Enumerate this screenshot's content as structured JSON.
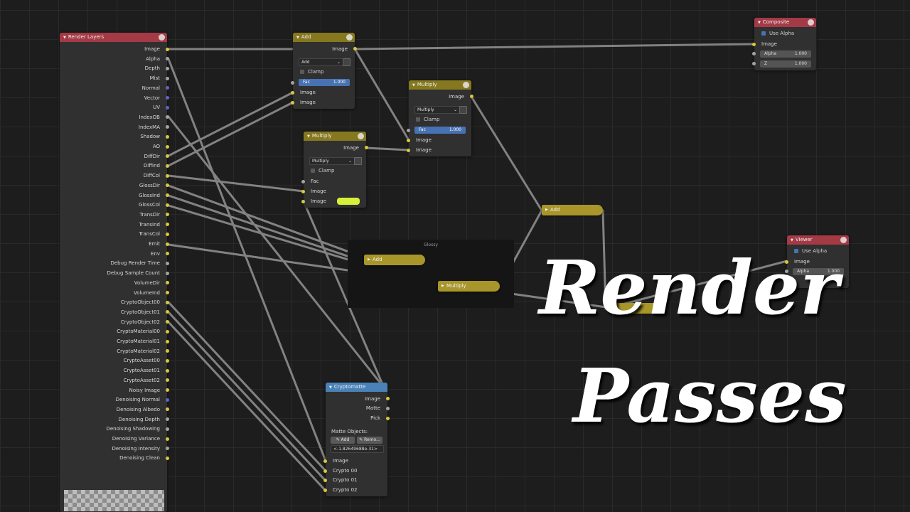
{
  "title": {
    "line1": "Render",
    "line2": "Passes"
  },
  "colors": {
    "socket_color": "#d9c83b",
    "socket_float": "#a3a3a3",
    "socket_vector": "#6363c7",
    "header_output": "#a33a46",
    "header_color": "#85781f",
    "header_matte": "#4a82b8",
    "wire": "#8d8d8d"
  },
  "frame": {
    "label": "Glossy"
  },
  "render_layers": {
    "title": "Render Layers",
    "outputs": [
      {
        "label": "Image",
        "type": "yellow"
      },
      {
        "label": "Alpha",
        "type": "gray"
      },
      {
        "label": "Depth",
        "type": "gray"
      },
      {
        "label": "Mist",
        "type": "gray"
      },
      {
        "label": "Normal",
        "type": "blue"
      },
      {
        "label": "Vector",
        "type": "blue"
      },
      {
        "label": "UV",
        "type": "blue"
      },
      {
        "label": "IndexOB",
        "type": "gray"
      },
      {
        "label": "IndexMA",
        "type": "gray"
      },
      {
        "label": "Shadow",
        "type": "yellow"
      },
      {
        "label": "AO",
        "type": "yellow"
      },
      {
        "label": "DiffDir",
        "type": "yellow"
      },
      {
        "label": "DiffInd",
        "type": "yellow"
      },
      {
        "label": "DiffCol",
        "type": "yellow"
      },
      {
        "label": "GlossDir",
        "type": "yellow"
      },
      {
        "label": "GlossInd",
        "type": "yellow"
      },
      {
        "label": "GlossCol",
        "type": "yellow"
      },
      {
        "label": "TransDir",
        "type": "yellow"
      },
      {
        "label": "TransInd",
        "type": "yellow"
      },
      {
        "label": "TransCol",
        "type": "yellow"
      },
      {
        "label": "Emit",
        "type": "yellow"
      },
      {
        "label": "Env",
        "type": "yellow"
      },
      {
        "label": "Debug Render Time",
        "type": "gray"
      },
      {
        "label": "Debug Sample Count",
        "type": "gray"
      },
      {
        "label": "VolumeDir",
        "type": "yellow"
      },
      {
        "label": "VolumeInd",
        "type": "yellow"
      },
      {
        "label": "CryptoObject00",
        "type": "yellow"
      },
      {
        "label": "CryptoObject01",
        "type": "yellow"
      },
      {
        "label": "CryptoObject02",
        "type": "yellow"
      },
      {
        "label": "CryptoMaterial00",
        "type": "yellow"
      },
      {
        "label": "CryptoMaterial01",
        "type": "yellow"
      },
      {
        "label": "CryptoMaterial02",
        "type": "yellow"
      },
      {
        "label": "CryptoAsset00",
        "type": "yellow"
      },
      {
        "label": "CryptoAsset01",
        "type": "yellow"
      },
      {
        "label": "CryptoAsset02",
        "type": "yellow"
      },
      {
        "label": "Noisy Image",
        "type": "yellow"
      },
      {
        "label": "Denoising Normal",
        "type": "blue"
      },
      {
        "label": "Denoising Albedo",
        "type": "yellow"
      },
      {
        "label": "Denoising Depth",
        "type": "gray"
      },
      {
        "label": "Denoising Shadowing",
        "type": "gray"
      },
      {
        "label": "Denoising Variance",
        "type": "yellow"
      },
      {
        "label": "Denoising Intensity",
        "type": "gray"
      },
      {
        "label": "Denoising Clean",
        "type": "yellow"
      }
    ]
  },
  "add_node": {
    "title": "Add",
    "output": "Image",
    "mode": "Add",
    "clamp": "Clamp",
    "fac_label": "Fac",
    "fac_value": "1.000",
    "input1": "Image",
    "input2": "Image"
  },
  "multiply_top": {
    "title": "Multiply",
    "output": "Image",
    "mode": "Multiply",
    "clamp": "Clamp",
    "fac_label": "Fac",
    "fac_value": "1.000",
    "input1": "Image",
    "input2": "Image"
  },
  "multiply_mid": {
    "title": "Multiply",
    "output": "Image",
    "mode": "Multiply",
    "clamp": "Clamp",
    "fac_label": "Fac",
    "input1": "Image",
    "input2": "Image"
  },
  "composite": {
    "title": "Composite",
    "use_alpha": "Use Alpha",
    "input": "Image",
    "alpha_label": "Alpha",
    "alpha_value": "1.000",
    "z_label": "Z",
    "z_value": "1.000"
  },
  "viewer": {
    "title": "Viewer",
    "use_alpha": "Use Alpha",
    "input": "Image",
    "alpha_label": "Alpha",
    "alpha_value": "1.000"
  },
  "collapsed": {
    "add_glossy": "Add",
    "multiply_glossy": "Multiply",
    "add_right": "Add"
  },
  "cryptomatte": {
    "title": "Cryptomatte",
    "outputs": [
      "Image",
      "Matte",
      "Pick"
    ],
    "matte_label": "Matte Objects:",
    "add_label": "Add",
    "remove_label": "Remo...",
    "value": "<-1.82649688e-31>",
    "inputs": [
      "Image",
      "Crypto 00",
      "Crypto 01",
      "Crypto 02"
    ]
  }
}
